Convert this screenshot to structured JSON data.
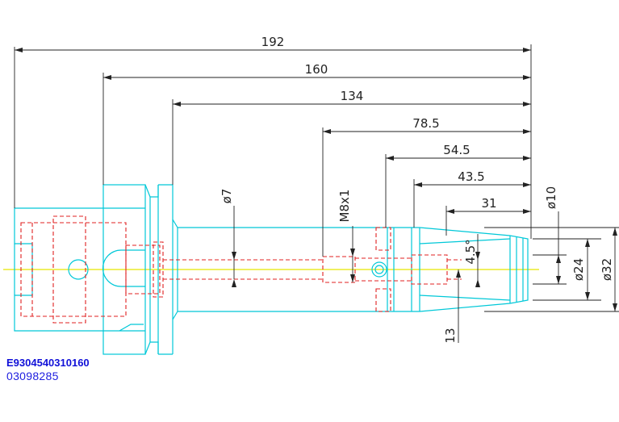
{
  "drawing": {
    "part_number": "E9304540310160",
    "drawing_number": "03098285",
    "dimensions": {
      "len_192": "192",
      "len_160": "160",
      "len_134": "134",
      "len_78_5": "78.5",
      "len_54_5": "54.5",
      "len_43_5": "43.5",
      "len_31": "31",
      "dia_7": "ø7",
      "thread": "M8x1",
      "dia_10": "ø10",
      "angle": "4.5°",
      "dia_24": "ø24",
      "dia_32": "ø32",
      "len_13": "13"
    },
    "colors": {
      "outline": "#00c8d8",
      "hidden": "#e02020",
      "centerline": "#e8e800",
      "dimension": "#222222",
      "label": "#1010d8"
    }
  }
}
